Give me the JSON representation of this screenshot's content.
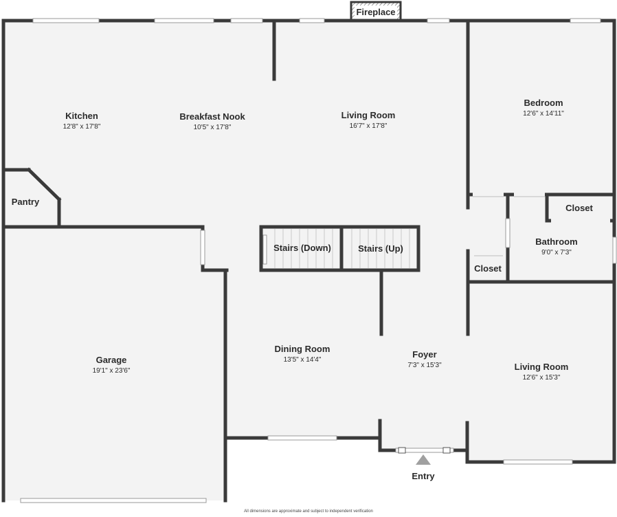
{
  "rooms": {
    "kitchen": {
      "name": "Kitchen",
      "dims": "12'8\" x 17'8\""
    },
    "breakfast_nook": {
      "name": "Breakfast Nook",
      "dims": "10'5\" x 17'8\""
    },
    "living_room_main": {
      "name": "Living Room",
      "dims": "16'7\" x 17'8\""
    },
    "bedroom": {
      "name": "Bedroom",
      "dims": "12'6\" x 14'11\""
    },
    "pantry": {
      "name": "Pantry"
    },
    "closet_upper": {
      "name": "Closet"
    },
    "bathroom": {
      "name": "Bathroom",
      "dims": "9'0\" x 7'3\""
    },
    "closet_lower": {
      "name": "Closet"
    },
    "stairs_down": {
      "name": "Stairs (Down)"
    },
    "stairs_up": {
      "name": "Stairs (Up)"
    },
    "garage": {
      "name": "Garage",
      "dims": "19'1\" x 23'6\""
    },
    "dining_room": {
      "name": "Dining Room",
      "dims": "13'5\" x 14'4\""
    },
    "foyer": {
      "name": "Foyer",
      "dims": "7'3\" x 15'3\""
    },
    "living_room_front": {
      "name": "Living Room",
      "dims": "12'6\" x 15'3\""
    }
  },
  "fireplace": {
    "label": "Fireplace"
  },
  "entry": {
    "label": "Entry"
  },
  "footer_note": "All dimensions are approximate and subject to independent verification",
  "colors": {
    "wall": "#3a3a3a",
    "floor": "#f3f3f3",
    "background": "#ffffff"
  }
}
